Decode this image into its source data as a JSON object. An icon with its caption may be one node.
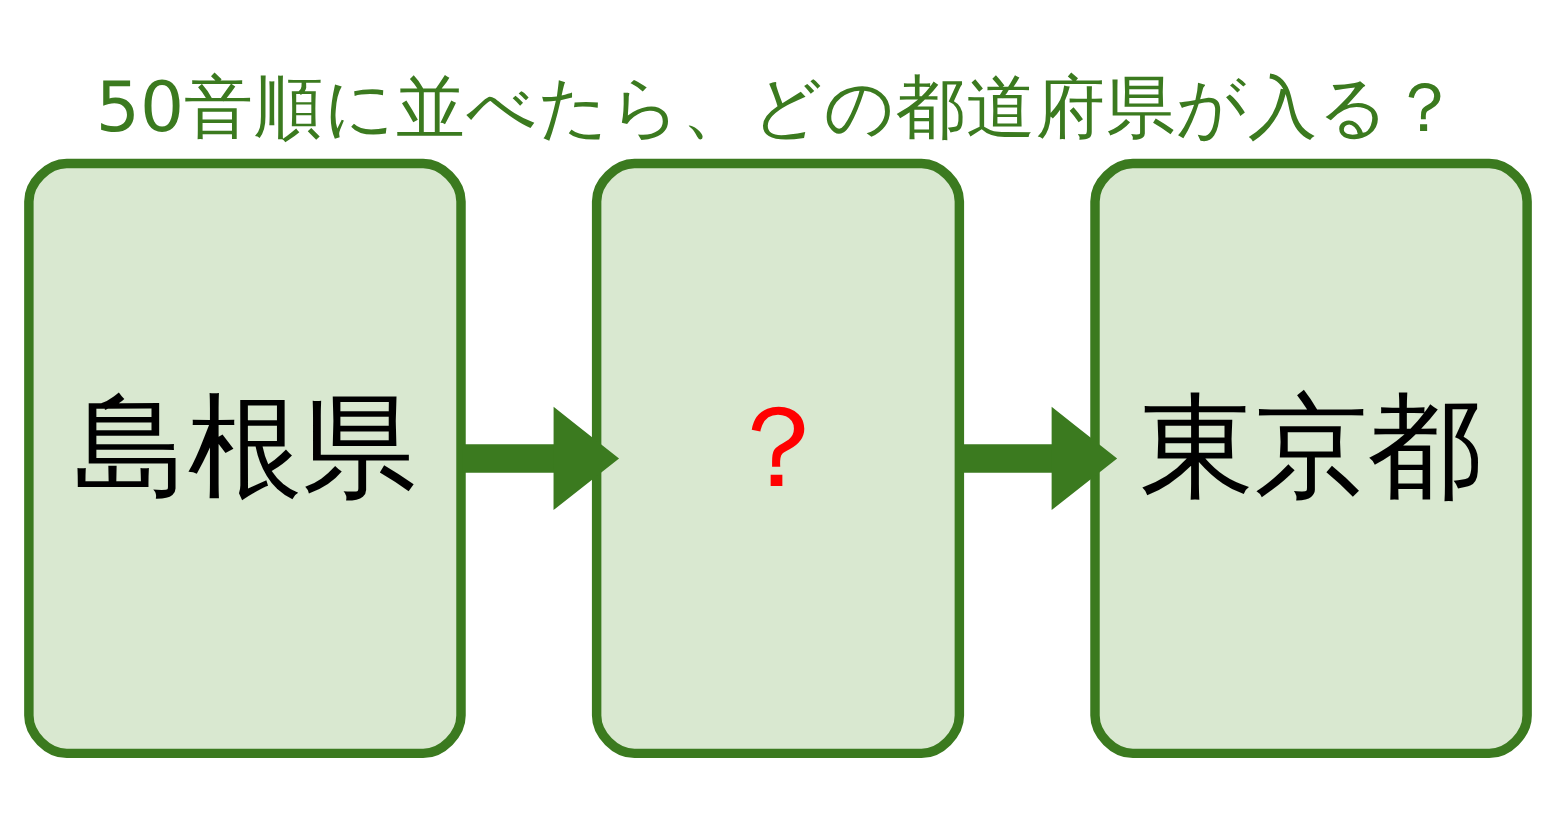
{
  "diagram": {
    "title": "50音順に並べたら、どの都道府県が入る？",
    "nodes": [
      {
        "text": [
          "島根県"
        ]
      },
      {
        "text": [
          "？"
        ]
      },
      {
        "text": [
          "東京都"
        ]
      }
    ],
    "edges": [
      {
        "from": 0,
        "to": 1,
        "arrow": "to"
      },
      {
        "from": 1,
        "to": 2,
        "arrow": "to"
      }
    ]
  }
}
